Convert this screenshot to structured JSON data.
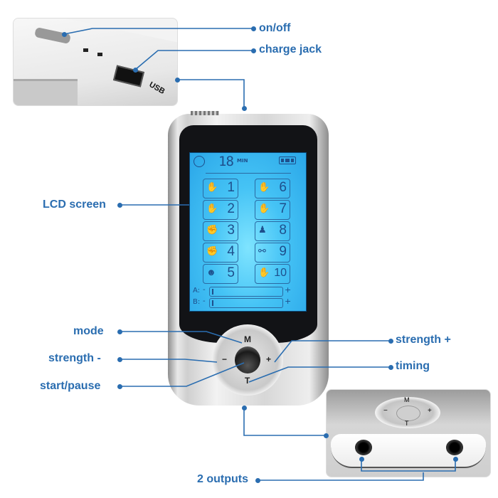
{
  "callouts": {
    "on_off": "on/off",
    "charge_jack": "charge jack",
    "lcd_screen": "LCD screen",
    "mode": "mode",
    "strength_minus": "strength -",
    "start_pause": "start/pause",
    "strength_plus": "strength +",
    "timing": "timing",
    "two_outputs": "2 outputs"
  },
  "top_inset": {
    "usb_label": "USB"
  },
  "lcd": {
    "timer_value": "18",
    "timer_unit": "MIN",
    "battery_bars": 3,
    "modes_left": [
      {
        "number": "1",
        "icon": "hand-icon"
      },
      {
        "number": "2",
        "icon": "hands-icon"
      },
      {
        "number": "3",
        "icon": "massage-icon"
      },
      {
        "number": "4",
        "icon": "fist-icon"
      },
      {
        "number": "5",
        "icon": "feet-icon"
      }
    ],
    "modes_right": [
      {
        "number": "6",
        "icon": "knead-icon"
      },
      {
        "number": "7",
        "icon": "press-icon"
      },
      {
        "number": "8",
        "icon": "body-icon"
      },
      {
        "number": "9",
        "icon": "bone-icon"
      },
      {
        "number": "10",
        "icon": "scrape-icon"
      }
    ],
    "channel_a": {
      "label": "A:",
      "minus": "-",
      "plus": "+"
    },
    "channel_b": {
      "label": "B:",
      "minus": "-",
      "plus": "+"
    }
  },
  "dpad": {
    "top": "M",
    "left": "−",
    "right": "+",
    "bottom": "T"
  },
  "colors": {
    "callout_blue": "#2a6db0",
    "lcd_blue": "#45c3f5"
  }
}
